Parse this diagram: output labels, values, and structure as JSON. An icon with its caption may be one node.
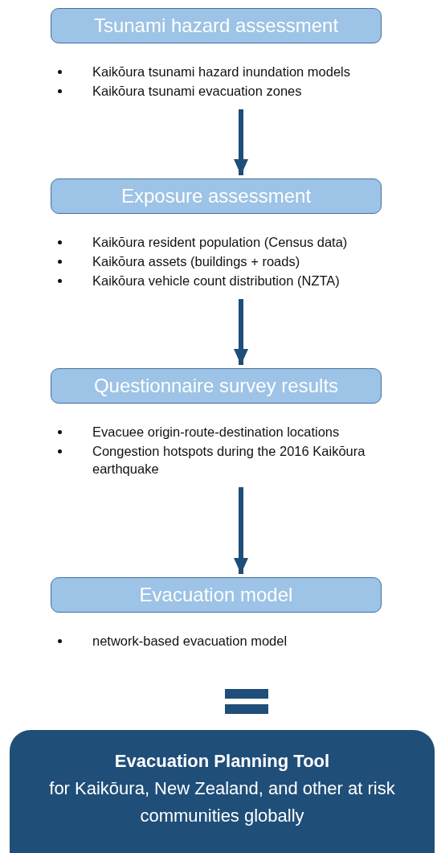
{
  "diagram": {
    "nodes": [
      {
        "text": [
          "Tsunami hazard assessment",
          "Kaikōura tsunami hazard inundation models",
          "Kaikōura tsunami evacuation zones"
        ]
      },
      {
        "text": [
          "Exposure assessment",
          "Kaikōura resident population (Census data)",
          "Kaikōura assets (buildings + roads)",
          "Kaikōura vehicle count distribution (NZTA)"
        ]
      },
      {
        "text": [
          "Questionnaire survey results",
          "Evacuee origin-route-destination locations",
          "Congestion hotspots during the 2016 Kaikōura earthquake"
        ]
      },
      {
        "text": [
          "Evacuation model",
          "network-based evacuation model"
        ]
      },
      {
        "text": [
          "Evacuation Planning Tool",
          "for Kaikōura, New Zealand, and other at risk communities globally"
        ]
      }
    ],
    "edges": [
      {
        "from": 0,
        "to": 1,
        "arrow": "to"
      },
      {
        "from": 1,
        "to": 2,
        "arrow": "to"
      },
      {
        "from": 2,
        "to": 3,
        "arrow": "to"
      }
    ]
  }
}
